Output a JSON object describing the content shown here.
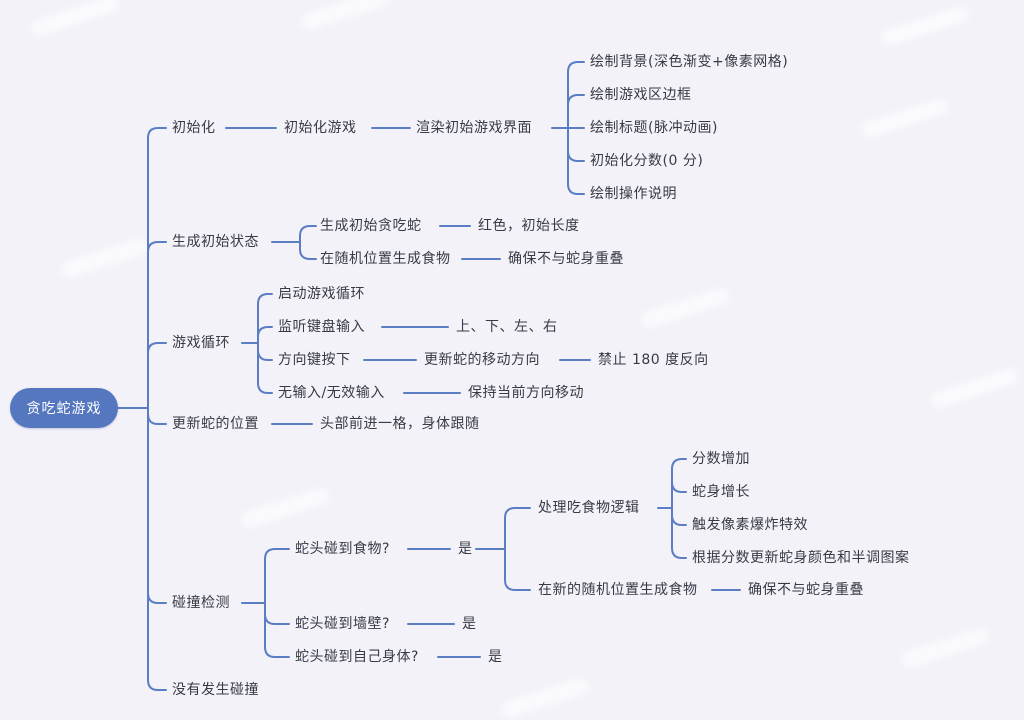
{
  "colors": {
    "background": "#f4f2f9",
    "line": "#5b7dc4",
    "root_bg": "#5577c0",
    "root_text": "#ffffff",
    "label_text": "#363b46"
  },
  "nodes": {
    "root": "贪吃蛇游戏",
    "init": "初始化",
    "init_game": "初始化游戏",
    "render_ui": "渲染初始游戏界面",
    "draw_bg": "绘制背景(深色渐变+像素网格)",
    "draw_border": "绘制游戏区边框",
    "draw_title": "绘制标题(脉冲动画)",
    "init_score": "初始化分数(0 分)",
    "draw_help": "绘制操作说明",
    "gen_state": "生成初始状态",
    "gen_snake": "生成初始贪吃蛇",
    "red_len": "红色，初始长度",
    "gen_food": "在随机位置生成食物",
    "overlap1": "确保不与蛇身重叠",
    "loop": "游戏循环",
    "start_loop": "启动游戏循环",
    "listen": "监听键盘输入",
    "arrows": "上、下、左、右",
    "dir_key": "方向键按下",
    "update_dir": "更新蛇的移动方向",
    "no180": "禁止 180 度反向",
    "no_input": "无输入/无效输入",
    "keep_dir": "保持当前方向移动",
    "update_pos": "更新蛇的位置",
    "head_fwd": "头部前进一格，身体跟随",
    "collision": "碰撞检测",
    "hit_food": "蛇头碰到食物?",
    "yes1": "是",
    "eat_logic": "处理吃食物逻辑",
    "score_inc": "分数增加",
    "grow": "蛇身增长",
    "explosion": "触发像素爆炸特效",
    "update_color": "根据分数更新蛇身颜色和半调图案",
    "gen_food2": "在新的随机位置生成食物",
    "overlap2": "确保不与蛇身重叠",
    "hit_wall": "蛇头碰到墙壁?",
    "yes2": "是",
    "hit_self": "蛇头碰到自己身体?",
    "yes3": "是",
    "no_collision": "没有发生碰撞"
  }
}
